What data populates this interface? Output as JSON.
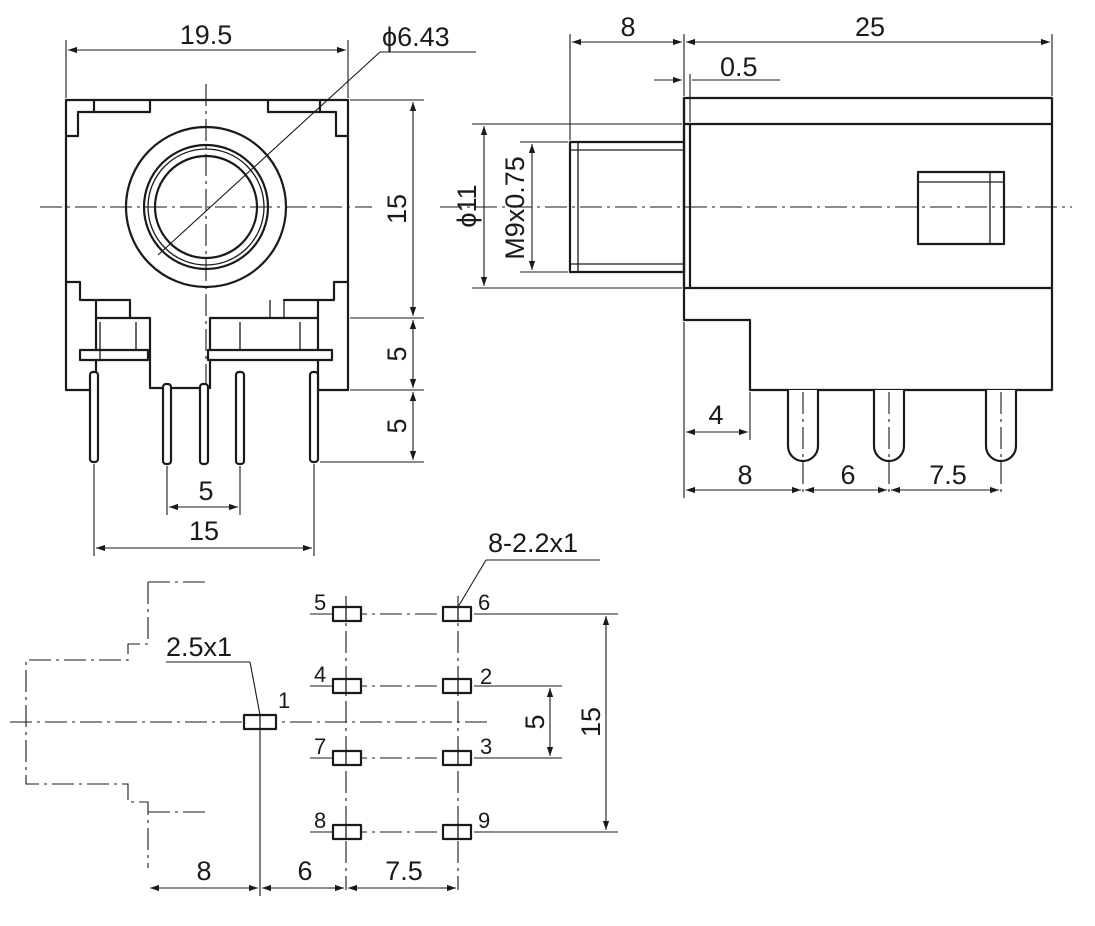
{
  "front_view": {
    "width": "19.5",
    "bore_diameter": "ϕ6.43",
    "body_height": "15",
    "lower_step": "5",
    "pin_length": "5",
    "pin_pitch": "5",
    "pin_span": "15"
  },
  "side_view": {
    "nut_length": "8",
    "body_length": "25",
    "flange": "0.5",
    "outer_diameter": "ϕ11",
    "thread": "M9x0.75",
    "step": "4",
    "pin_offset": "8",
    "pin_gap_1": "6",
    "pin_gap_2": "7.5"
  },
  "footprint": {
    "slot_pads": "8-2.2x1",
    "main_pad": "2.5x1",
    "pins": [
      "1",
      "2",
      "3",
      "4",
      "5",
      "6",
      "7",
      "8",
      "9"
    ],
    "offset_1": "8",
    "offset_2": "6",
    "offset_3": "7.5",
    "pitch": "5",
    "span": "15"
  }
}
